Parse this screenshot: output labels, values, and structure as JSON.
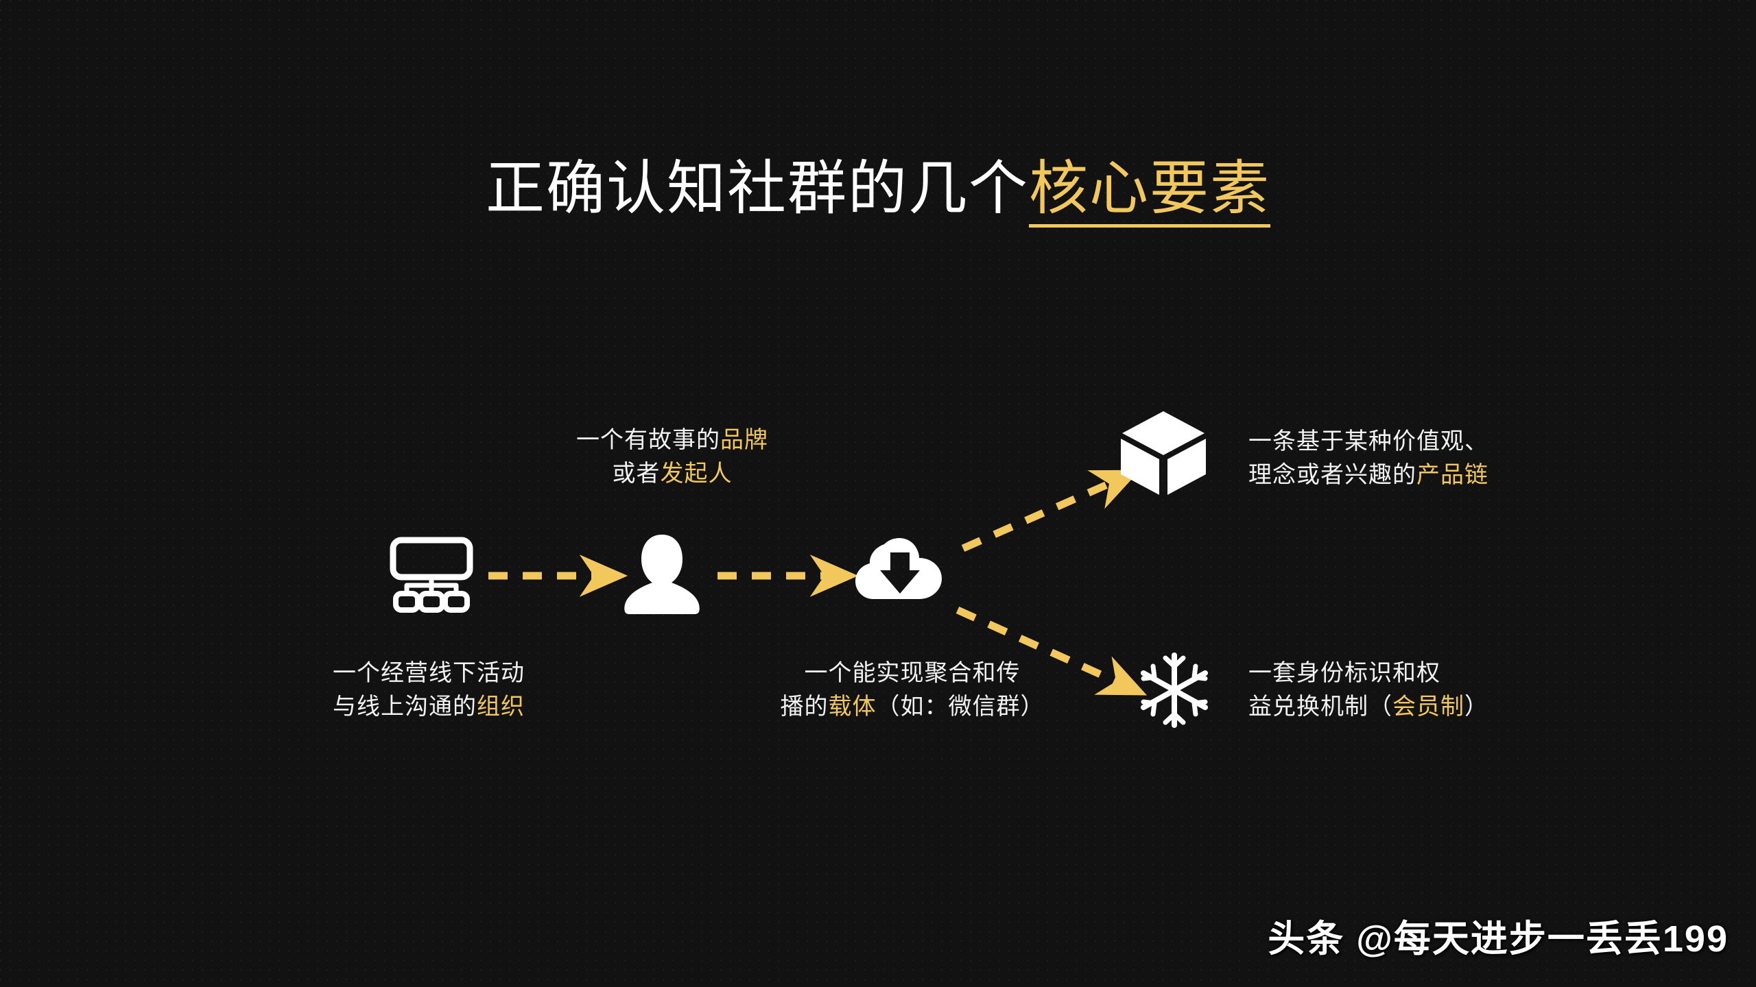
{
  "slide": {
    "background_color": "#121212",
    "accent_color": "#f2c75c",
    "text_color": "#ffffff",
    "title": {
      "plain": "正确认知社群的几个",
      "accent": "核心要素",
      "full": "正确认知社群的几个核心要素"
    }
  },
  "labels": {
    "brand": {
      "line1_plain": "一个有故事的",
      "line1_accent": "品牌",
      "line2_plain": "或者",
      "line2_accent": "发起人"
    },
    "organization": {
      "line1_plain": "一个经营线下活动",
      "line2_plain": "与线上沟通的",
      "line2_accent": "组织"
    },
    "carrier": {
      "line1_plain": "一个能实现聚合和传",
      "line2_plain_a": "播的",
      "line2_accent": "载体",
      "line2_plain_b": "（如：微信群）"
    },
    "product_chain": {
      "line1_plain": "一条基于某种价值观、",
      "line2_plain": "理念或者兴趣的",
      "line2_accent": "产品链"
    },
    "membership": {
      "line1_plain": "一套身份标识和权",
      "line2_plain_a": "益兑换机制（",
      "line2_accent": "会员制",
      "line2_plain_b": "）"
    }
  },
  "icons": [
    {
      "name": "organization-chart-icon",
      "meaning": "组织"
    },
    {
      "name": "person-silhouette-icon",
      "meaning": "发起人 / 品牌"
    },
    {
      "name": "cloud-download-icon",
      "meaning": "载体"
    },
    {
      "name": "3d-box-icon",
      "meaning": "产品链"
    },
    {
      "name": "snowflake-icon",
      "meaning": "会员制"
    }
  ],
  "arrows": [
    {
      "name": "arrow-org-to-person",
      "style": "dashed",
      "direction": "right",
      "color": "#f2c75c"
    },
    {
      "name": "arrow-person-to-cloud",
      "style": "dashed",
      "direction": "right",
      "color": "#f2c75c"
    },
    {
      "name": "arrow-cloud-to-box",
      "style": "dashed",
      "direction": "up-right",
      "color": "#f2c75c"
    },
    {
      "name": "arrow-cloud-to-snowflake",
      "style": "dashed",
      "direction": "down-right",
      "color": "#f2c75c"
    }
  ],
  "watermark": {
    "brand": "头条",
    "handle": "@每天进步一丢丢199",
    "full": "头条 @每天进步一丢丢199"
  }
}
